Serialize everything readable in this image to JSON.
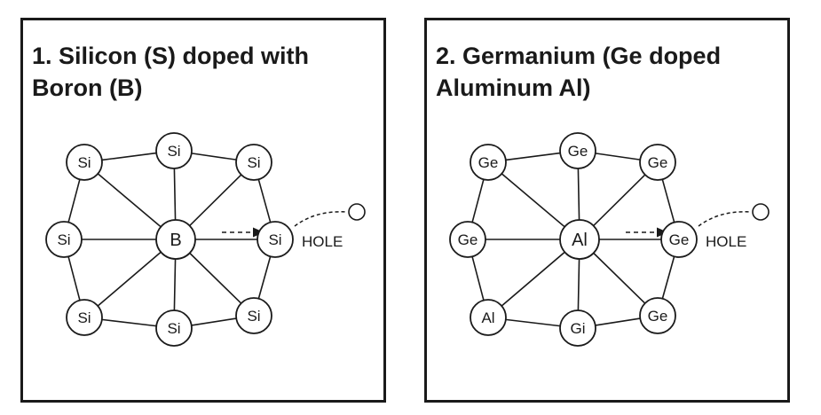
{
  "panels": [
    {
      "title_lines": [
        "1. Silicon (S) doped with",
        "Boron (B)"
      ],
      "center": "B",
      "outer": [
        "Si",
        "Si",
        "Si",
        "Si",
        "Si",
        "Si",
        "Si",
        "Si"
      ],
      "hole_label": "HOLE"
    },
    {
      "title_lines": [
        "2. Germanium (Ge doped",
        "Aluminum  Al)"
      ],
      "center": "Al",
      "outer": [
        "Ge",
        "Ge",
        "Ge",
        "Ge",
        "Gi",
        "Al",
        "Ge",
        "Ge"
      ],
      "hole_label": "HOLE"
    }
  ]
}
